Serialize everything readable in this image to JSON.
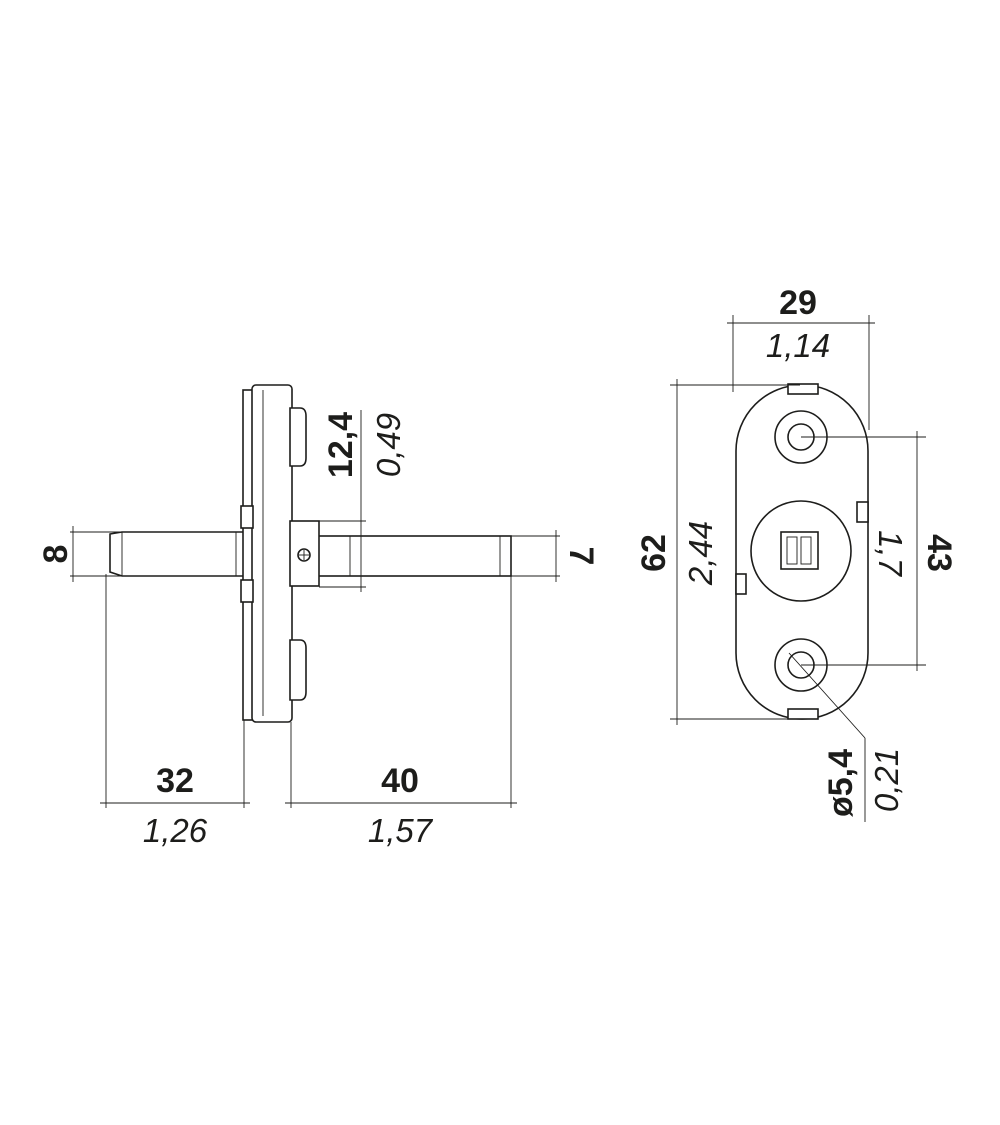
{
  "dimensions": {
    "shaft_dia": {
      "mm": "8"
    },
    "left_len": {
      "mm": "32",
      "inch": "1,26"
    },
    "right_len": {
      "mm": "40",
      "inch": "1,57"
    },
    "hub_height": {
      "mm": "12,4",
      "inch": "0,49"
    },
    "right_shaft": {
      "mm": "7"
    },
    "plate_width": {
      "mm": "29",
      "inch": "1,14"
    },
    "plate_height": {
      "mm": "62",
      "inch": "2,44"
    },
    "hole_spacing": {
      "mm": "43",
      "inch": "1,7"
    },
    "hole_dia": {
      "mm": "ø5,4",
      "inch": "0,21"
    }
  },
  "colors": {
    "line": "#1d1d1b",
    "background": "#ffffff"
  }
}
